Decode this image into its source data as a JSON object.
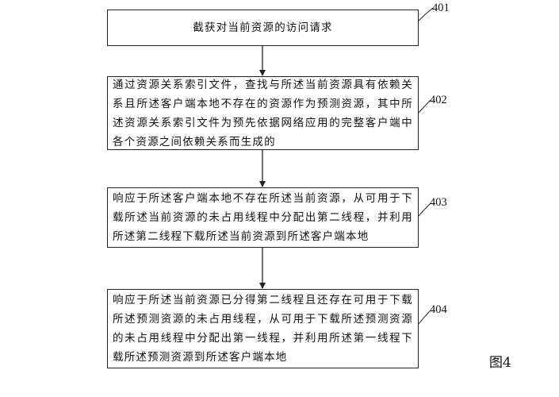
{
  "steps": [
    {
      "id": "401",
      "text": "截获对当前资源的访问请求"
    },
    {
      "id": "402",
      "text": "通过资源关系索引文件，查找与所述当前资源具有依赖关系且所述客户端本地不存在的资源作为预测资源，其中所述资源关系索引文件为预先依据网络应用的完整客户端中各个资源之间依赖关系而生成的"
    },
    {
      "id": "403",
      "text": "响应于所述客户端本地不存在所述当前资源，从可用于下载所述当前资源的未占用线程中分配出第二线程，并利用所述第二线程下载所述当前资源到所述客户端本地"
    },
    {
      "id": "404",
      "text": "响应于所述当前资源已分得第二线程且还存在可用于下载所述预测资源的未占用线程，从可用于下载所述预测资源的未占用线程中分配出第一线程，并利用所述第一线程下载所述预测资源到所述客户端本地"
    }
  ],
  "figure_label": "图4"
}
